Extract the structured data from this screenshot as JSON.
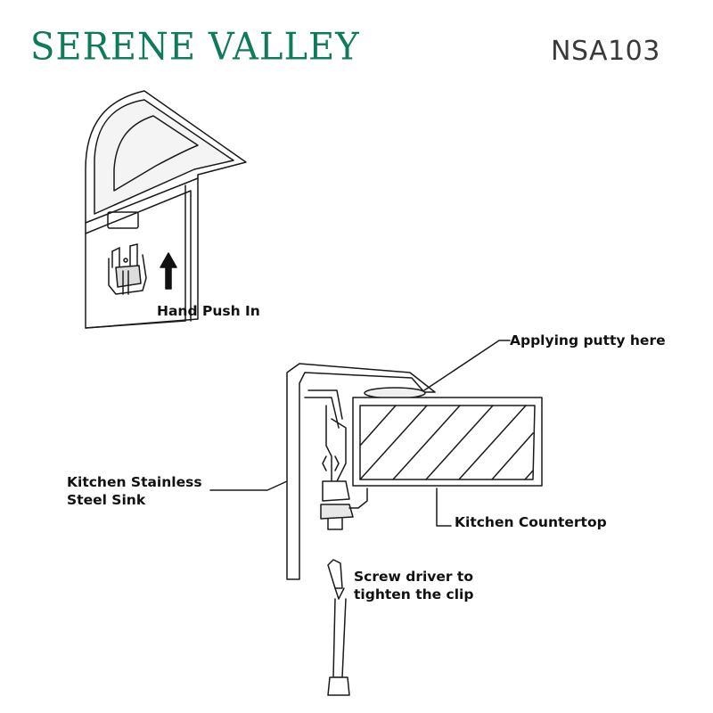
{
  "brand": "SERENE VALLEY",
  "model": "NSA103",
  "labels": {
    "hand_push": "Hand Push In",
    "putty": "Applying putty here",
    "sink_line1": "Kitchen Stainless",
    "sink_line2": "Steel Sink",
    "countertop": "Kitchen Countertop",
    "screw_line1": "Screw driver to",
    "screw_line2": "tighten the clip"
  },
  "colors": {
    "brand": "#0f7a5c",
    "model": "#3a3a3a",
    "line": "#1a1a1a"
  }
}
